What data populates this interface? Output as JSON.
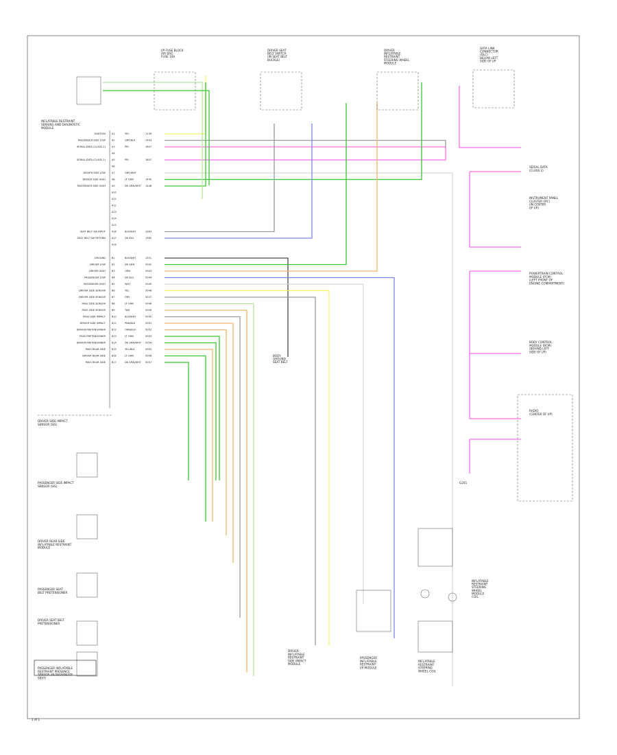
{
  "colors": {
    "light_green": "#b6e59a",
    "green": "#39c62f",
    "yellow": "#f4f06a",
    "pink": "#ff6cf0",
    "blue": "#7b84ef",
    "orange": "#f0b56a",
    "gray": "#9a9a9a",
    "dark": "#444444",
    "white_wire": "#d8d8d8"
  },
  "sdm_title": "INFLATABLE RESTRAINT\nSENSING AND DIAGNOSTIC\nMODULE",
  "sdm_rows": [
    {
      "label": "IGNITION",
      "pin": "A1",
      "wire": "YEL",
      "ckt": "1139",
      "color": "yellow"
    },
    {
      "label": "PASSENGER SIDE LOW",
      "pin": "A2",
      "wire": "GRY/BLK",
      "ckt": "1443",
      "color": "gray"
    },
    {
      "label": "SERIAL DATA (CLASS 2)",
      "pin": "A3",
      "wire": "PPL",
      "ckt": "1807",
      "color": "pink"
    },
    {
      "label": "",
      "pin": "A4",
      "wire": "",
      "ckt": "",
      "color": ""
    },
    {
      "label": "SERIAL DATA (CLASS 2)",
      "pin": "A5",
      "wire": "PPL",
      "ckt": "1807",
      "color": "pink"
    },
    {
      "label": "",
      "pin": "A6",
      "wire": "",
      "ckt": "",
      "color": ""
    },
    {
      "label": "DRIVER SIDE LOW",
      "pin": "A7",
      "wire": "GRY/WHT",
      "ckt": "",
      "color": "white_wire"
    },
    {
      "label": "DRIVER SIDE HIGH",
      "pin": "A8",
      "wire": "LT GRN",
      "ckt": "1445",
      "color": "green"
    },
    {
      "label": "PASSENGER SIDE HIGH",
      "pin": "A9",
      "wire": "DK GRN/WHT",
      "ckt": "1446",
      "color": "green"
    },
    {
      "label": "",
      "pin": "A10",
      "wire": "",
      "ckt": "",
      "color": ""
    },
    {
      "label": "",
      "pin": "A11",
      "wire": "",
      "ckt": "",
      "color": ""
    },
    {
      "label": "",
      "pin": "A12",
      "wire": "",
      "ckt": "",
      "color": ""
    },
    {
      "label": "",
      "pin": "A13",
      "wire": "",
      "ckt": "",
      "color": ""
    },
    {
      "label": "",
      "pin": "A14",
      "wire": "",
      "ckt": "",
      "color": ""
    },
    {
      "label": "",
      "pin": "A15",
      "wire": "",
      "ckt": "",
      "color": ""
    },
    {
      "label": "SEAT BELT SW INPUT",
      "pin": "A16",
      "wire": "BLK/WHT",
      "ckt": "1363",
      "color": "gray"
    },
    {
      "label": "SEAT BELT SW RETURN",
      "pin": "A17",
      "wire": "DK BLU",
      "ckt": "1365",
      "color": "blue"
    },
    {
      "label": "",
      "pin": "A18",
      "wire": "",
      "ckt": "",
      "color": ""
    },
    {
      "label": "GROUND",
      "pin": "B1",
      "wire": "BLK/WHT",
      "ckt": "1351",
      "color": "dark"
    },
    {
      "label": "DRIVER LOW",
      "pin": "B2",
      "wire": "DK GRN",
      "ckt": "5042",
      "color": "green"
    },
    {
      "label": "DRIVER HIGH",
      "pin": "B3",
      "wire": "ORN",
      "ckt": "5043",
      "color": "orange"
    },
    {
      "label": "PASSENGER LOW",
      "pin": "B4",
      "wire": "DK BLU",
      "ckt": "5044",
      "color": "blue"
    },
    {
      "label": "PASSENGER HIGH",
      "pin": "B5",
      "wire": "WHT",
      "ckt": "5045",
      "color": "white_wire"
    },
    {
      "label": "DRIVER SIDE SENSOR",
      "pin": "B6",
      "wire": "YEL",
      "ckt": "5046",
      "color": "yellow"
    },
    {
      "label": "DRIVER SIDE SENSOR",
      "pin": "B7",
      "wire": "GRY",
      "ckt": "5047",
      "color": "gray"
    },
    {
      "label": "PASS SIDE SENSOR",
      "pin": "B8",
      "wire": "LT GRN",
      "ckt": "5048",
      "color": "light_green"
    },
    {
      "label": "PASS SIDE SENSOR",
      "pin": "B9",
      "wire": "TAN",
      "ckt": "5049",
      "color": "orange"
    },
    {
      "label": "PASS SIDE IMPACT",
      "pin": "B10",
      "wire": "BLK/WHT",
      "ckt": "5050",
      "color": "gray"
    },
    {
      "label": "DRIVER SIDE IMPACT",
      "pin": "B11",
      "wire": "PNK/BLK",
      "ckt": "5051",
      "color": "orange"
    },
    {
      "label": "DRIVER PRETENSIONER",
      "pin": "B12",
      "wire": "ORN/BLK",
      "ckt": "5052",
      "color": "orange"
    },
    {
      "label": "PASS PRETENSIONER",
      "pin": "B13",
      "wire": "LT GRN",
      "ckt": "5053",
      "color": "green"
    },
    {
      "label": "DRIVER PRETENSIONER",
      "pin": "B14",
      "wire": "DK GRN/WHT",
      "ckt": "5054",
      "color": "green"
    },
    {
      "label": "PASS REAR SIDE",
      "pin": "B15",
      "wire": "YEL/BLK",
      "ckt": "5055",
      "color": "orange"
    },
    {
      "label": "DRIVER REAR SIDE",
      "pin": "B16",
      "wire": "LT GRN",
      "ckt": "5056",
      "color": "green"
    },
    {
      "label": "PASS REAR SIDE",
      "pin": "B17",
      "wire": "DK GRN/WHT",
      "ckt": "5057",
      "color": "green"
    }
  ],
  "top_components": [
    {
      "name": "FUSE BLOCK",
      "lines": "I/P FUSE BLOCK\nAIR BAG\nFUSE 10A"
    },
    {
      "name": "SEAT BELT SWITCH",
      "lines": "DRIVER SEAT\nBELT SWITCH\n(IN SEAT BELT\nBUCKLE)"
    },
    {
      "name": "STEERING WHEEL MODULE",
      "lines": "DRIVER\nINFLATABLE\nRESTRAINT\nSTEERING WHEEL\nMODULE"
    },
    {
      "name": "DLC",
      "lines": "DATA LINK\nCONNECTOR\n(DLC)\nBELOW LEFT\nSIDE OF I/P"
    }
  ],
  "right_modules": [
    {
      "lines": "SERIAL DATA\n(CLASS 2)"
    },
    {
      "lines": "INSTRUMENT PANEL\nCLUSTER (IPC)\n(IN CENTER\nOF I/P)"
    },
    {
      "lines": "POWERTRAIN CONTROL\nMODULE (PCM)\n(LEFT FRONT OF\nENGINE COMPARTMENT)"
    },
    {
      "lines": "BODY CONTROL\nMODULE (BCM)\n(BEHIND LEFT\nSIDE OF I/P)"
    },
    {
      "lines": "RADIO\n(CENTER OF I/P)"
    }
  ],
  "left_components": [
    {
      "lines": "DRIVER SIDE IMPACT\nSENSOR (SIS)"
    },
    {
      "lines": "PASSENGER SIDE IMPACT\nSENSOR (SIS)"
    },
    {
      "lines": "DRIVER REAR SIDE\nINFLATABLE RESTRAINT\nMODULE"
    },
    {
      "lines": "PASSENGER SEAT\nBELT PRETENSIONER"
    },
    {
      "lines": "DRIVER SEAT BELT\nPRETENSIONER"
    },
    {
      "lines": "PASSENGER INFLATABLE\nRESTRAINT PRESENCE\nSENSOR (IN PASSENGER\nSEAT)"
    }
  ],
  "bottom_components": [
    {
      "lines": "DRIVER\nINFLATABLE\nRESTRAINT\nSIDE IMPACT\nMODULE"
    },
    {
      "lines": "PASSENGER\nINFLATABLE\nRESTRAINT\nI/P MODULE"
    },
    {
      "lines": "INFLATABLE\nRESTRAINT\nSTEERING\nWHEEL COIL"
    }
  ],
  "inline_labels": {
    "ground": "G201",
    "coil_label": "INFLATABLE\nRESTRAINT\nSTEERING\nWHEEL\nMODULE\nCOIL",
    "page_num": "1 of 1",
    "seat_label": "BODY\nGROUND\nSEAT BELT"
  }
}
